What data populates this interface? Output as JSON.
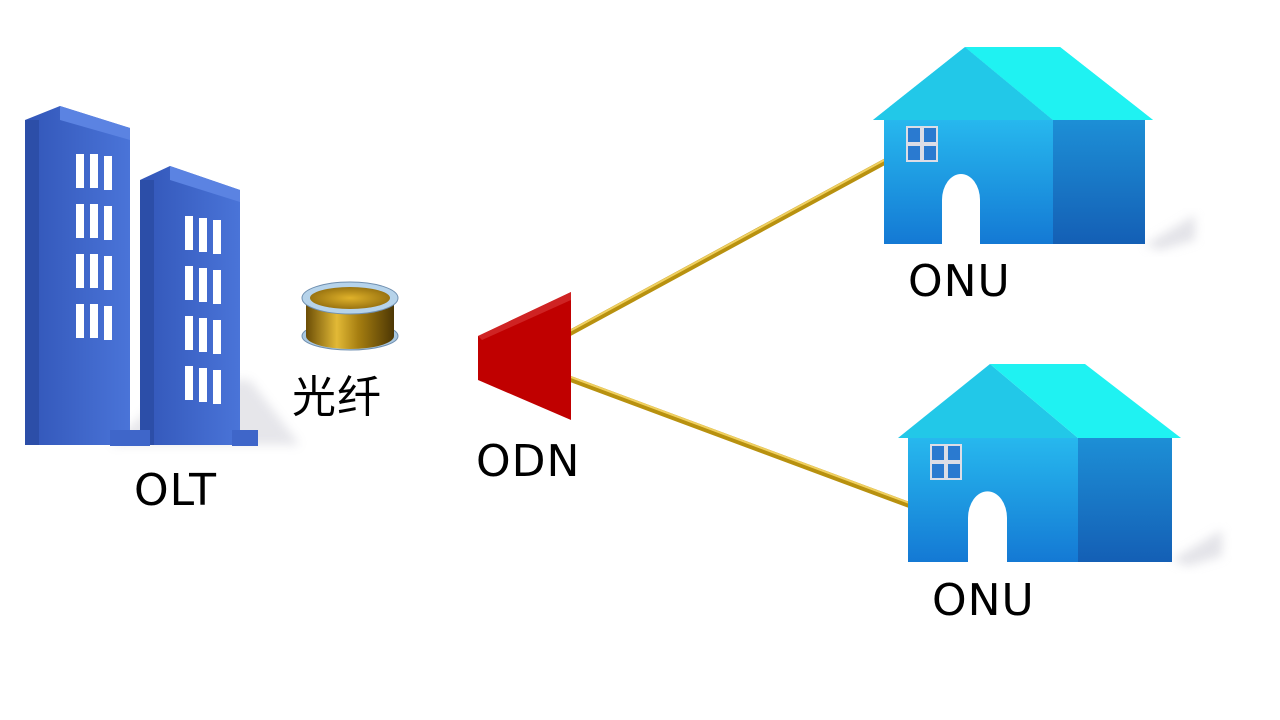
{
  "diagram": {
    "olt": {
      "label": "OLT"
    },
    "fiber": {
      "label": "光纤"
    },
    "odn": {
      "label": "ODN"
    },
    "onus": [
      {
        "label": "ONU"
      },
      {
        "label": "ONU"
      }
    ]
  },
  "colors": {
    "building": "#3f66c9",
    "building_window": "#ffffff",
    "fiber_line": "#c9a21a",
    "fiber_spool": "#c79a1c",
    "splitter": "#c00000",
    "house_roof": "#19e6e6",
    "house_wall": "#1ea5e8",
    "house_side": "#1b7fd0",
    "background": "#ffffff"
  }
}
